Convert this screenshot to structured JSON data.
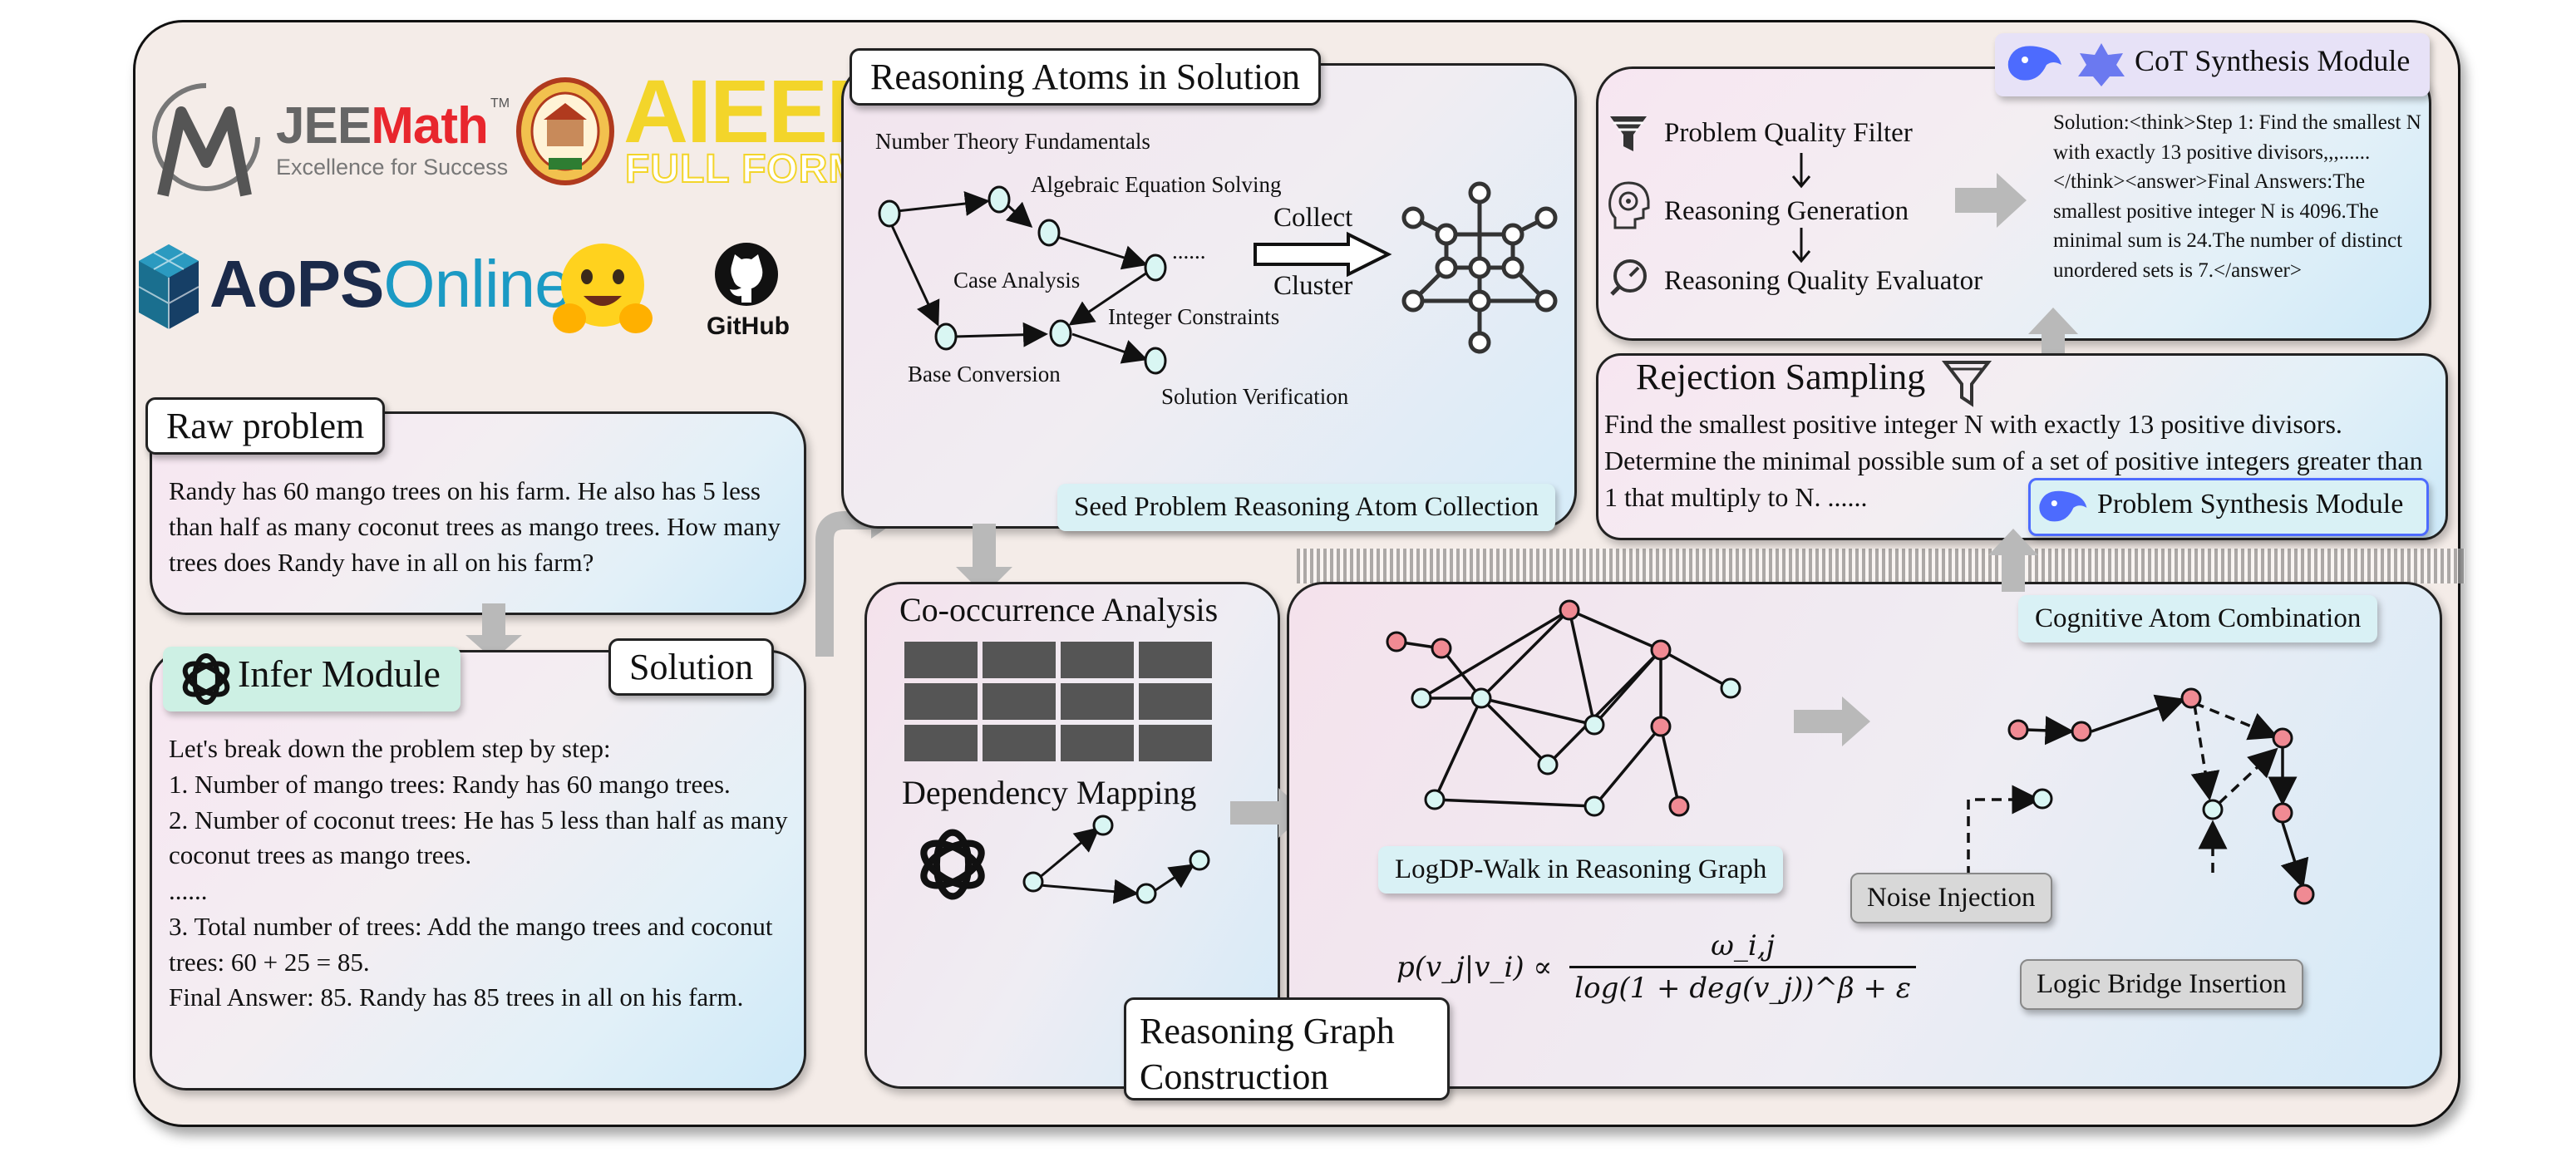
{
  "logos": {
    "jeemath_title": "JEEMath",
    "jeemath_tm": "TM",
    "jeemath_tagline": "Excellence for Success",
    "aieee_title": "AIEEE",
    "aieee_sub": "FULL FORM",
    "aops_part1": "AoPS",
    "aops_part2": "Online",
    "github": "GitHub"
  },
  "raw_problem": {
    "title": "Raw problem",
    "text": "Randy has 60 mango trees on his farm. He also has 5 less than half as many coconut trees as mango trees. How many trees does Randy have in all on his farm?"
  },
  "infer": {
    "title": "Infer Module",
    "solution_tab": "Solution",
    "lines": [
      "Let's break down the problem step by step:",
      "1. Number of mango trees: Randy has 60 mango trees.",
      "2. Number of coconut trees: He has 5 less than half as many coconut trees as mango trees.",
      "......",
      "3. Total number of trees: Add the mango trees and coconut trees: 60 + 25 = 85.",
      "Final Answer: 85. Randy has 85 trees in all on his farm."
    ]
  },
  "atoms": {
    "title": "Reasoning Atoms in Solution",
    "nodes": [
      "Number Theory Fundamentals",
      "Algebraic Equation Solving",
      "Case Analysis",
      "Integer Constraints",
      "Base Conversion",
      "Solution Verification"
    ],
    "ellipsis": "......",
    "collect": "Collect",
    "cluster": "Cluster",
    "footer": "Seed Problem Reasoning Atom Collection"
  },
  "cooc": {
    "title": "Co-occurrence Analysis",
    "dependency": "Dependency Mapping"
  },
  "graph": {
    "title_line1": "Reasoning Graph",
    "title_line2": "Construction",
    "walk_label": "LogDP-Walk in Reasoning Graph",
    "formula_lhs": "p(v_j|v_i) ∝",
    "formula_num": "ω_i,j",
    "formula_den": "log(1 + deg(v_j))^β + ε",
    "combination": "Cognitive Atom Combination",
    "noise": "Noise Injection",
    "bridge": "Logic Bridge Insertion"
  },
  "cot": {
    "title": "CoT Synthesis Module",
    "steps": [
      "Problem Quality Filter",
      "Reasoning Generation",
      "Reasoning Quality Evaluator"
    ],
    "solution_text": "Solution:<think>Step 1: Find the smallest N with exactly 13 positive divisors,,,......</think><answer>Final Answers:The smallest positive integer N is 4096.The minimal sum is 24.The number of distinct unordered sets is 7.</answer>"
  },
  "rejection": {
    "title": "Rejection Sampling",
    "text": "Find the smallest positive integer N with exactly 13 positive divisors. Determine the minimal possible sum of a set of positive integers greater than 1 that multiply to N. ......",
    "module": "Problem Synthesis Module"
  },
  "colors": {
    "node_cyan": "#d9f6f3",
    "node_red": "#f08a93",
    "arrow_gray": "#b9b9b9",
    "label_bg": "#d9f1f5"
  }
}
